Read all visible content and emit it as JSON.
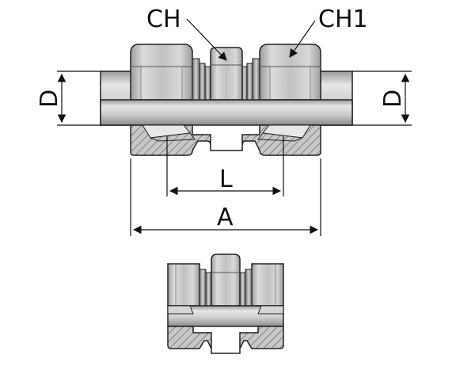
{
  "labels": {
    "ch": "CH",
    "ch1": "CH1",
    "d_left": "D",
    "d_right": "D",
    "l": "L",
    "a": "A"
  },
  "colors": {
    "metal_light": "#d9d9d9",
    "metal_mid": "#b5b5b5",
    "metal_dark": "#8a8a8a",
    "hatch": "#7a7a7a",
    "outline": "#222222"
  },
  "icons": {
    "arrowhead": "filled-triangle",
    "section_hatch": "diagonal-lines"
  }
}
